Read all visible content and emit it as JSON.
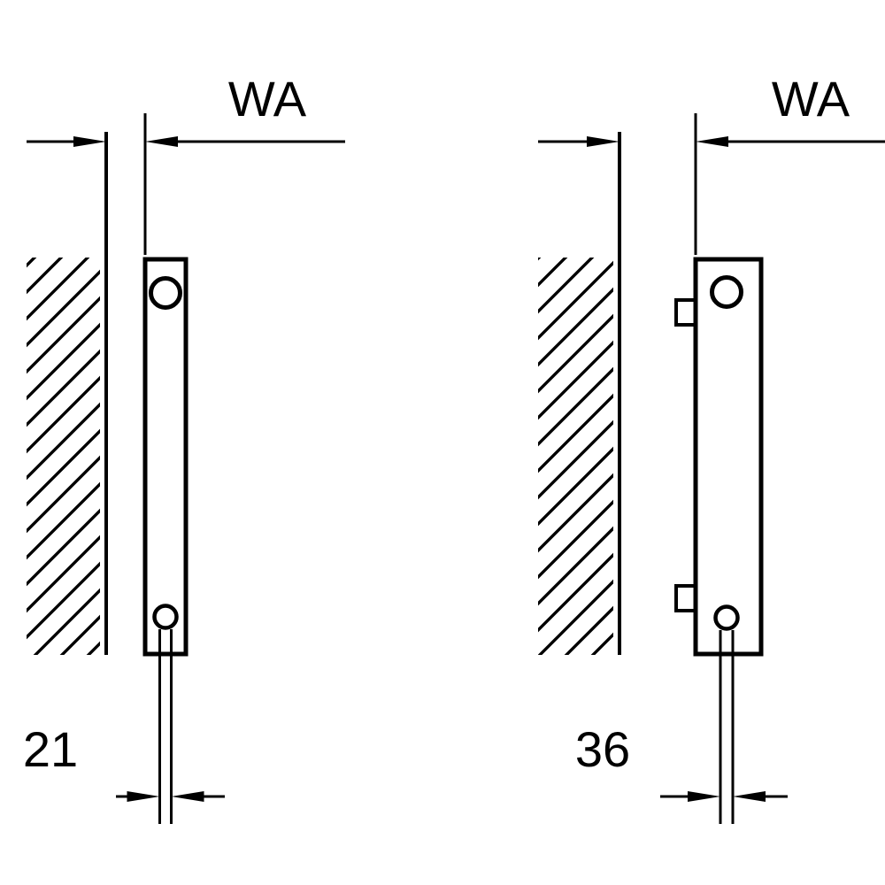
{
  "diagram": {
    "figure_left": {
      "top_dimension_label": "WA",
      "bottom_dimension_label": "21"
    },
    "figure_right": {
      "top_dimension_label": "WA",
      "bottom_dimension_label": "36"
    }
  },
  "colors": {
    "line": "#000000",
    "background": "#ffffff"
  }
}
